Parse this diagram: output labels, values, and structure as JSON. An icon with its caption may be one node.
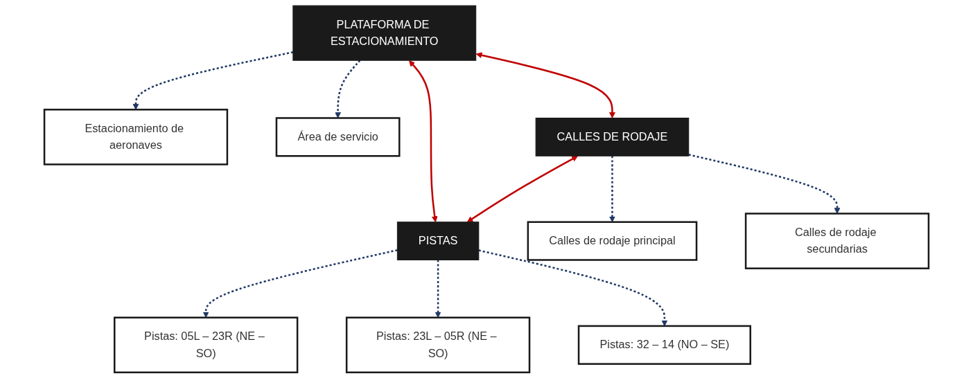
{
  "diagram": {
    "nodes": [
      {
        "text": [
          "Estacionamiento de aeronaves"
        ]
      },
      {
        "text": [
          "Área de servicio"
        ]
      },
      {
        "text": [
          "PLATAFORMA DE ESTACIONAMIENTO"
        ]
      },
      {
        "text": [
          "CALLES DE RODAJE"
        ]
      },
      {
        "text": [
          "PISTAS"
        ]
      },
      {
        "text": [
          "Calles de rodaje principal"
        ]
      },
      {
        "text": [
          "Calles de rodaje secundarias"
        ]
      },
      {
        "text": [
          "Pistas: 05L – 23R (NE – SO)"
        ]
      },
      {
        "text": [
          "Pistas: 23L – 05R (NE – SO)"
        ]
      },
      {
        "text": [
          "Pistas: 32 – 14 (NO – SE)"
        ]
      }
    ],
    "edges": [
      {
        "from": 2,
        "to": 0,
        "arrow": "to",
        "style": "dashed"
      },
      {
        "from": 2,
        "to": 1,
        "arrow": "to",
        "style": "dashed"
      },
      {
        "from": 2,
        "to": 3,
        "arrow": "both",
        "color": "#c00000"
      },
      {
        "from": 2,
        "to": 4,
        "arrow": "both",
        "color": "#c00000"
      },
      {
        "from": 3,
        "to": 4,
        "arrow": "both",
        "color": "#c00000"
      },
      {
        "from": 3,
        "to": 5,
        "arrow": "to",
        "style": "dashed"
      },
      {
        "from": 3,
        "to": 6,
        "arrow": "to",
        "style": "dashed"
      },
      {
        "from": 4,
        "to": 7,
        "arrow": "to",
        "style": "dashed"
      },
      {
        "from": 4,
        "to": 8,
        "arrow": "to",
        "style": "dashed"
      },
      {
        "from": 4,
        "to": 9,
        "arrow": "to",
        "style": "dashed"
      }
    ]
  }
}
